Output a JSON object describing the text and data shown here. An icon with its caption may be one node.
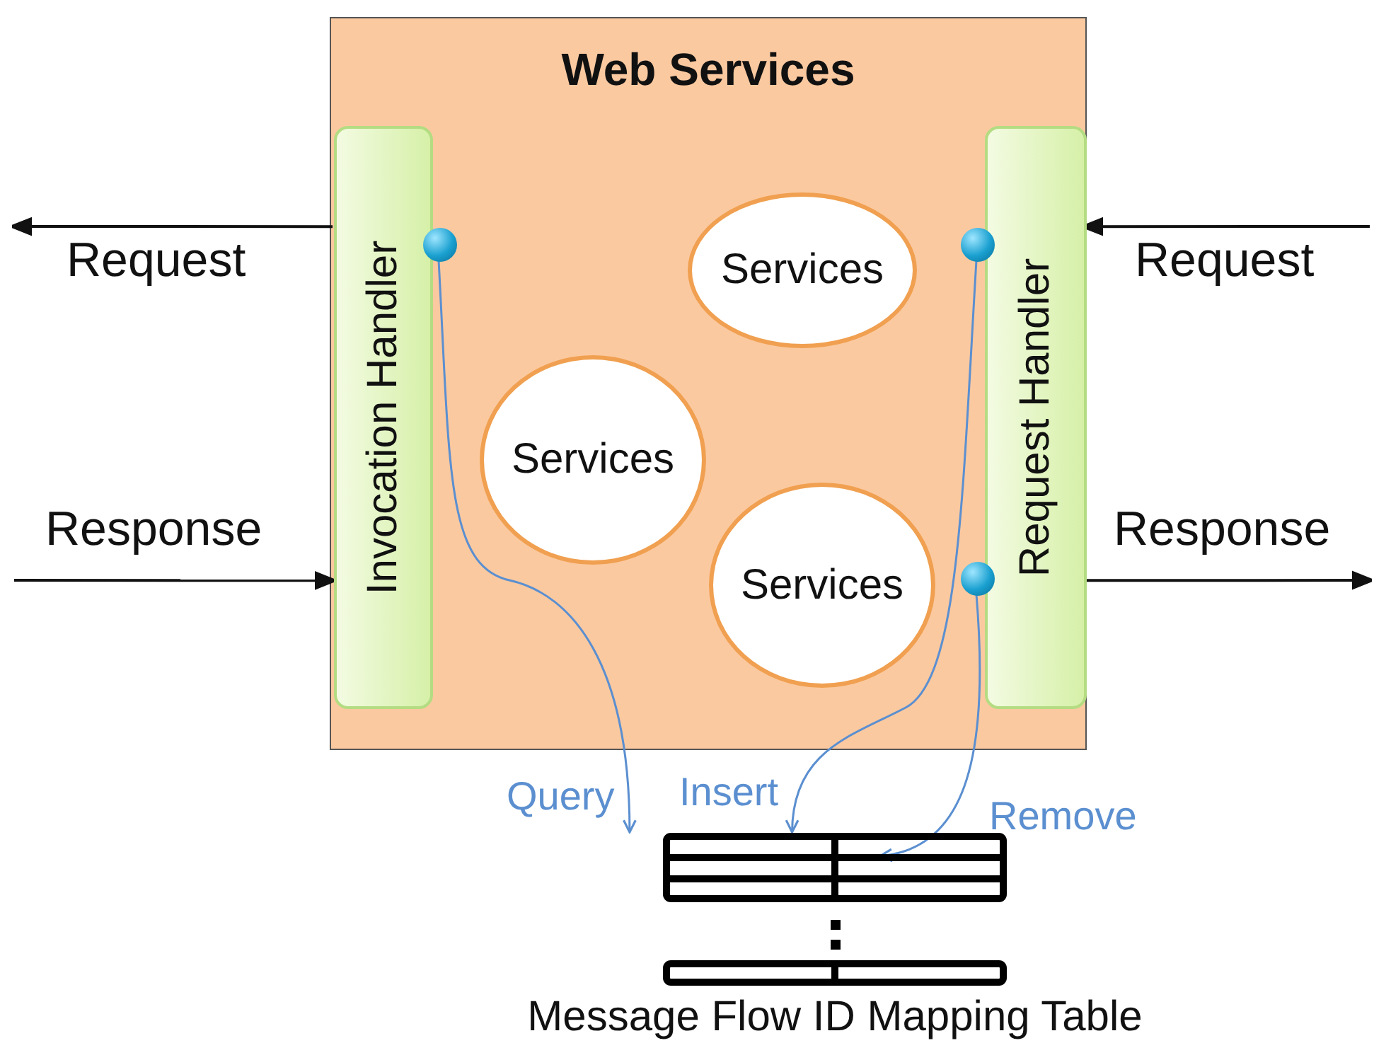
{
  "diagram": {
    "nodes": [
      {
        "text": [
          "Web Services"
        ]
      },
      {
        "text": [
          "Invocation Handler"
        ],
        "in": 0
      },
      {
        "text": [
          "Services"
        ],
        "in": 0
      },
      {
        "text": [
          "Services"
        ],
        "in": 0
      },
      {
        "text": [
          "Services"
        ],
        "in": 0
      },
      {
        "text": [
          "Request Handler"
        ],
        "in": 0
      },
      {
        "text": [],
        "shape": "circle",
        "in": 0
      },
      {
        "text": [],
        "shape": "circle",
        "in": 0
      },
      {
        "text": [],
        "shape": "circle",
        "in": 0
      },
      {
        "text": [
          "Message Flow ID Mapping Table"
        ]
      }
    ],
    "edges": [
      {
        "from": 1,
        "to": null,
        "arrow": "to",
        "label": "Request"
      },
      {
        "from": null,
        "to": 1,
        "arrow": "to",
        "label": "Response"
      },
      {
        "from": null,
        "to": 5,
        "arrow": "to",
        "label": "Request"
      },
      {
        "from": 5,
        "to": null,
        "arrow": "to",
        "label": "Response"
      },
      {
        "from": 6,
        "to": 9,
        "arrow": "to",
        "label": "Query",
        "color": "#5b8fd0"
      },
      {
        "from": 7,
        "to": 9,
        "arrow": "to",
        "label": "Insert",
        "color": "#5b8fd0"
      },
      {
        "from": 8,
        "to": 9,
        "arrow": "to",
        "label": "Remove",
        "color": "#5b8fd0"
      }
    ]
  }
}
